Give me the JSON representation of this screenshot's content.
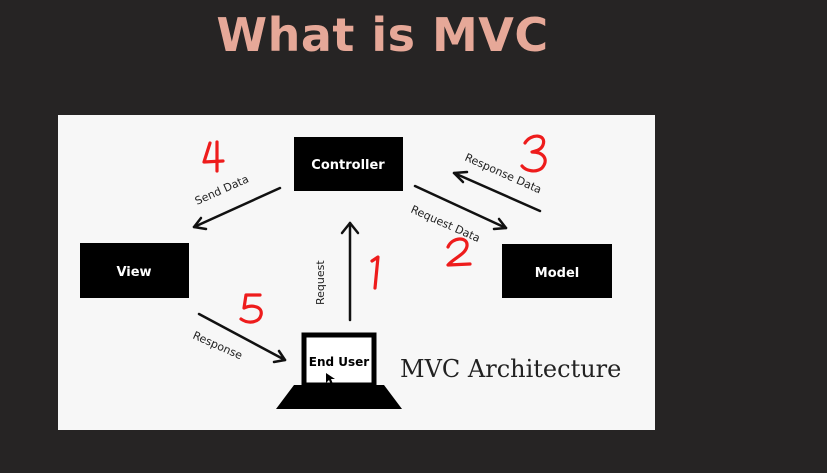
{
  "slide": {
    "title": "What is MVC"
  },
  "diagram": {
    "nodes": {
      "controller": "Controller",
      "view": "View",
      "model": "Model",
      "end_user": "End User"
    },
    "edges": {
      "send_data": "Send Data",
      "response_data": "Response Data",
      "request_data": "Request Data",
      "request": "Request",
      "response": "Response"
    },
    "annotations": [
      "1",
      "2",
      "3",
      "4",
      "5"
    ],
    "caption": "MVC Architecture",
    "colors": {
      "title": "#e6a898",
      "annotation": "#ee1c1c",
      "box": "#000000",
      "background": "#262424"
    }
  }
}
